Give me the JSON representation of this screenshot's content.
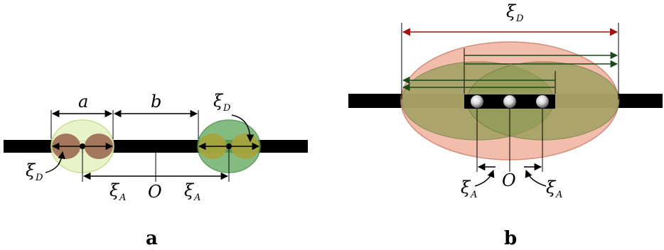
{
  "panel_a": {
    "caption": "a",
    "labels": {
      "a": "a",
      "b": "b",
      "xi": "ξ",
      "sub_D": "D",
      "sub_A": "A",
      "origin": "O"
    }
  },
  "panel_b": {
    "caption": "b",
    "labels": {
      "xi": "ξ",
      "sub_D": "D",
      "sub_A": "A",
      "origin": "O"
    }
  },
  "colors": {
    "bar": "#000000",
    "pale_ellipse": "#e8f3c8",
    "brown_blob": "#9c6a50",
    "green_ellipse": "#6fb06a",
    "olive_blob": "#a8a43a",
    "salmon_ellipse": "#f2b6a4",
    "olive_ellipse": "#8e9a52",
    "red_arrow": "#a01010",
    "dark_green_arrow": "#1a4a1a"
  }
}
